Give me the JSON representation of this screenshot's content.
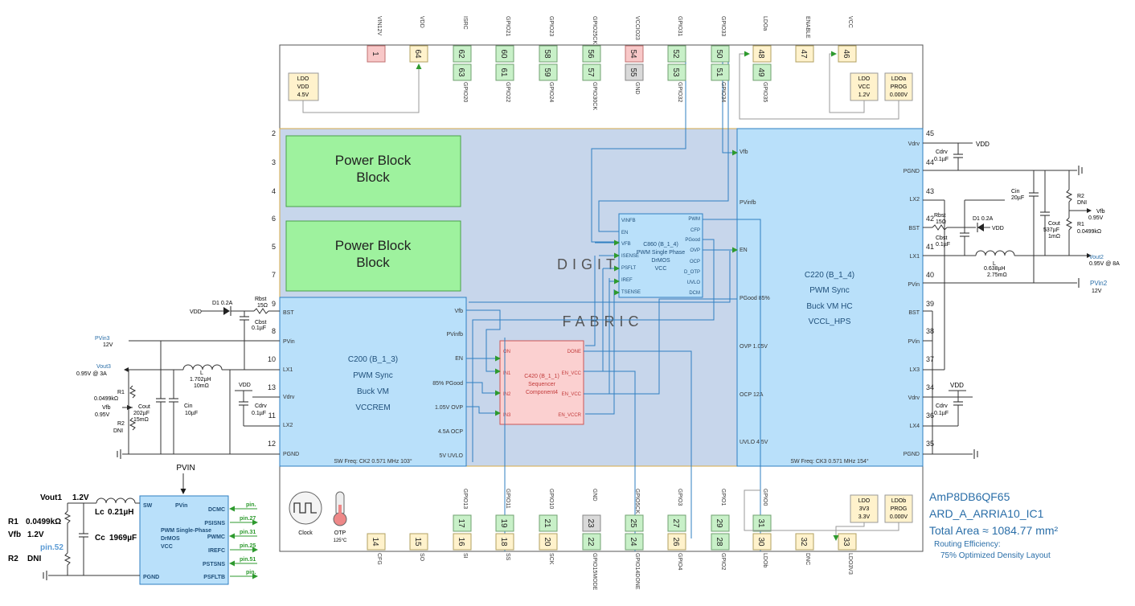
{
  "chip": {
    "part_number": "AmP8DB6QF65",
    "design_name": "ARD_A_ARRIA10_IC1",
    "total_area": "Total Area ≈ 1084.77 mm²",
    "routing_label": "Routing Efficiency:",
    "routing_value": "75% Optimized Density Layout"
  },
  "fabric": {
    "line1": "DIGIT",
    "line2": "FABRIC"
  },
  "power_blocks": [
    "Power Block",
    "Power Block"
  ],
  "top_pins": [
    {
      "num": "1",
      "name": "VIN12V",
      "type": "power"
    },
    {
      "num": "64",
      "name": "VDD",
      "type": "ldo"
    },
    {
      "num": "62",
      "name": "ISRC",
      "type": "gpio"
    },
    {
      "num": "60",
      "name": "GPIO21",
      "type": "gpio"
    },
    {
      "num": "58",
      "name": "GPIO23",
      "type": "gpio"
    },
    {
      "num": "56",
      "name": "GPIO25CK",
      "type": "gpio"
    },
    {
      "num": "54",
      "name": "VCCIO23",
      "type": "power"
    },
    {
      "num": "52",
      "name": "GPIO31",
      "type": "gpio"
    },
    {
      "num": "50",
      "name": "GPIO33",
      "type": "gpio"
    },
    {
      "num": "48",
      "name": "LDOa",
      "type": "ldo"
    },
    {
      "num": "47",
      "name": "ENABLE",
      "type": "ldo"
    },
    {
      "num": "46",
      "name": "VCC",
      "type": "ldo"
    }
  ],
  "top_inner_pins": [
    {
      "num": "63",
      "name": "GPIO20",
      "type": "gpio"
    },
    {
      "num": "61",
      "name": "GPIO22",
      "type": "gpio"
    },
    {
      "num": "59",
      "name": "GPIO24",
      "type": "gpio"
    },
    {
      "num": "57",
      "name": "GPIO30CK",
      "type": "gpio"
    },
    {
      "num": "55",
      "name": "GND",
      "type": "gnd"
    },
    {
      "num": "53",
      "name": "GPIO32",
      "type": "gpio"
    },
    {
      "num": "51",
      "name": "GPIO34",
      "type": "gpio"
    },
    {
      "num": "49",
      "name": "GPIO35",
      "type": "gpio"
    }
  ],
  "bottom_pins": [
    {
      "num": "14",
      "name": "CFG",
      "type": "ldo"
    },
    {
      "num": "15",
      "name": "SO",
      "type": "ldo"
    },
    {
      "num": "16",
      "name": "SI",
      "type": "ldo"
    },
    {
      "num": "18",
      "name": "SS",
      "type": "ldo"
    },
    {
      "num": "20",
      "name": "SCK",
      "type": "ldo"
    },
    {
      "num": "22",
      "name": "GPIO15MODE",
      "type": "gpio"
    },
    {
      "num": "24",
      "name": "GPIO14DONE",
      "type": "gpio"
    },
    {
      "num": "26",
      "name": "GPIO4",
      "type": "ldo"
    },
    {
      "num": "28",
      "name": "GPIO2",
      "type": "gpio"
    },
    {
      "num": "30",
      "name": "LDOb",
      "type": "ldo"
    },
    {
      "num": "32",
      "name": "DNC",
      "type": "ldo"
    },
    {
      "num": "33",
      "name": "LDO3V3",
      "type": "ldo"
    }
  ],
  "bottom_inner_pins": [
    {
      "num": "17",
      "name": "GPIO13",
      "type": "gpio"
    },
    {
      "num": "19",
      "name": "GPIO11",
      "type": "gpio"
    },
    {
      "num": "21",
      "name": "GPIO10",
      "type": "gpio"
    },
    {
      "num": "23",
      "name": "GND",
      "type": "gnd"
    },
    {
      "num": "25",
      "name": "GPIO5CK",
      "type": "gpio"
    },
    {
      "num": "27",
      "name": "GPIO3",
      "type": "gpio"
    },
    {
      "num": "29",
      "name": "GPIO1",
      "type": "gpio"
    },
    {
      "num": "31",
      "name": "GPIO0",
      "type": "gpio"
    }
  ],
  "left_pins": [
    "2",
    "3",
    "4",
    "6",
    "5",
    "7",
    "9",
    "8",
    "10",
    "13",
    "11",
    "12"
  ],
  "right_pins": [
    "45",
    "44",
    "43",
    "42",
    "41",
    "40",
    "39",
    "38",
    "37",
    "34",
    "36",
    "35"
  ],
  "ldo_top_left": [
    "LDO",
    "VDD",
    "4.5V"
  ],
  "ldo_top_right_a": [
    "LDO",
    "VCC",
    "1.2V"
  ],
  "ldo_top_right_b": [
    "LDOa",
    "PROG",
    "0.000V"
  ],
  "ldo_bottom_a": [
    "LDO",
    "3V3",
    "3.3V"
  ],
  "ldo_bottom_b": [
    "LDOb",
    "PROG",
    "0.000V"
  ],
  "c200": {
    "title": [
      "C200 (B_1_3)",
      "PWM Sync",
      "Buck VM",
      "VCCREM"
    ],
    "left_pins": [
      "BST",
      "PVin",
      "LX1",
      "Vdrv",
      "LX2",
      "PGND"
    ],
    "right_pins": [
      "Vfb",
      "PVinfb",
      "EN",
      "85% PGood",
      "1.05V OVP",
      "4.5A OCP",
      "5V UVLO"
    ],
    "freq": "SW Freq: CK2 0.571 MHz 103°"
  },
  "c220": {
    "title": [
      "C220 (B_1_4)",
      "PWM Sync",
      "Buck VM HC",
      "VCCL_HPS"
    ],
    "right_pins": [
      "Vdrv",
      "PGND",
      "LX2",
      "BST",
      "LX1",
      "PVin",
      "BST",
      "PVin",
      "LX3",
      "Vdrv",
      "LX4",
      "PGND"
    ],
    "left_pins": [
      "Vfb",
      "PVinfb",
      "EN",
      "PGood 85%",
      "OVP 1.05V",
      "OCP 12A",
      "UVLO 4.5V"
    ],
    "freq": "SW Freq: CK3 0.571 MHz 154°"
  },
  "c860": {
    "title": [
      "C860 (B_1_4)",
      "PWM Single Phase",
      "DrMOS",
      "VCC"
    ],
    "left_pins": [
      "VINFB",
      "EN",
      "VFB",
      "ISENSE",
      "PSFLT",
      "IREF",
      "TSENSE"
    ],
    "right_pins": [
      "PWM",
      "CFP",
      "PGood",
      "OVP",
      "OCP",
      "D_OTP",
      "UVLO",
      "DCM"
    ]
  },
  "c420": {
    "title": [
      "C420 (B_1_1)",
      "Sequencer",
      "Component4"
    ],
    "left_pins": [
      "ON",
      "IN1",
      "IN2",
      "IN3"
    ],
    "right_pins": [
      "DONE",
      "EN_VCC",
      "EN_VCC",
      "EN_VCCR"
    ]
  },
  "left_ext": {
    "d1": "D1 0.2A",
    "vdd": "VDD",
    "rbst": "Rbst",
    "rbst_val": "15Ω",
    "cbst": "Cbst",
    "cbst_val": "0.1µF",
    "pvin3": "PVin3",
    "pvin3_v": "12V",
    "vout3": "Vout3",
    "vout3_v": "0.95V @ 3A",
    "l": "L",
    "l_val1": "1.702µH",
    "l_val2": "10mΩ",
    "vdd2": "VDD",
    "cdrv": "Cdrv",
    "cdrv_val": "0.1µF",
    "r1": "R1",
    "r1_val": "0.0499kΩ",
    "vfb": "Vfb",
    "vfb_val": "0.95V",
    "r2": "R2",
    "r2_val": "DNI",
    "cout": "Cout",
    "cout_v1": "202µF",
    "cout_v2": "15mΩ",
    "cin": "Cin",
    "cin_val": "10µF"
  },
  "right_ext": {
    "vdd": "VDD",
    "cdrv": "Cdrv",
    "cdrv_val": "0.1µF",
    "cin": "Cin",
    "cin_val": "20µF",
    "r2": "R2",
    "r2_val": "DNI",
    "vfb": "Vfb",
    "vfb_val": "0.95V",
    "rbst": "Rbst",
    "rbst_val": "15Ω",
    "d1": "D1 0.2A",
    "vdd2": "VDD",
    "cout": "Cout",
    "cout_v1": "537µF",
    "cout_v2": "1mΩ",
    "r1": "R1",
    "r1_val": "0.0499kΩ",
    "cbst": "Cbst",
    "cbst_val": "0.1µF",
    "vout2": "Vout2",
    "vout2_v": "0.95V @ 8A",
    "l": "L",
    "l_val1": "0.638µH",
    "l_val2": "2.75mΩ",
    "pvin2": "PVin2",
    "pvin2_v": "12V",
    "vdd3": "VDD",
    "cdrv2": "Cdrv",
    "cdrv2_val": "0.1µF"
  },
  "legend": {
    "pvin": "PVIN",
    "vout1": "Vout1",
    "vout1_v": "1.2V",
    "lc": "Lc",
    "lc_val": "0.21µH",
    "cc": "Cc",
    "cc_val": "1969µF",
    "r1": "R1",
    "r1_val": "0.0499kΩ",
    "vfb": "Vfb",
    "vfb_val": "1.2V",
    "pin52": "pin.52",
    "r2": "R2",
    "r2_val": "DNI",
    "block": [
      "PWM Single-Phase",
      "DrMOS",
      "VCC"
    ],
    "sw": "SW",
    "pvin_pin": "PVin",
    "pgnd": "PGND",
    "right_pins": [
      "DCMC",
      "PSISNS",
      "PWMC",
      "IREFC",
      "PSTSNS",
      "PSFLTB"
    ],
    "tags": [
      "pin.",
      "pin.27",
      "pin.31",
      "pin.25",
      "pin.51",
      "pin."
    ]
  },
  "clock": "Clock",
  "otp": [
    "OTP",
    "125°C"
  ]
}
